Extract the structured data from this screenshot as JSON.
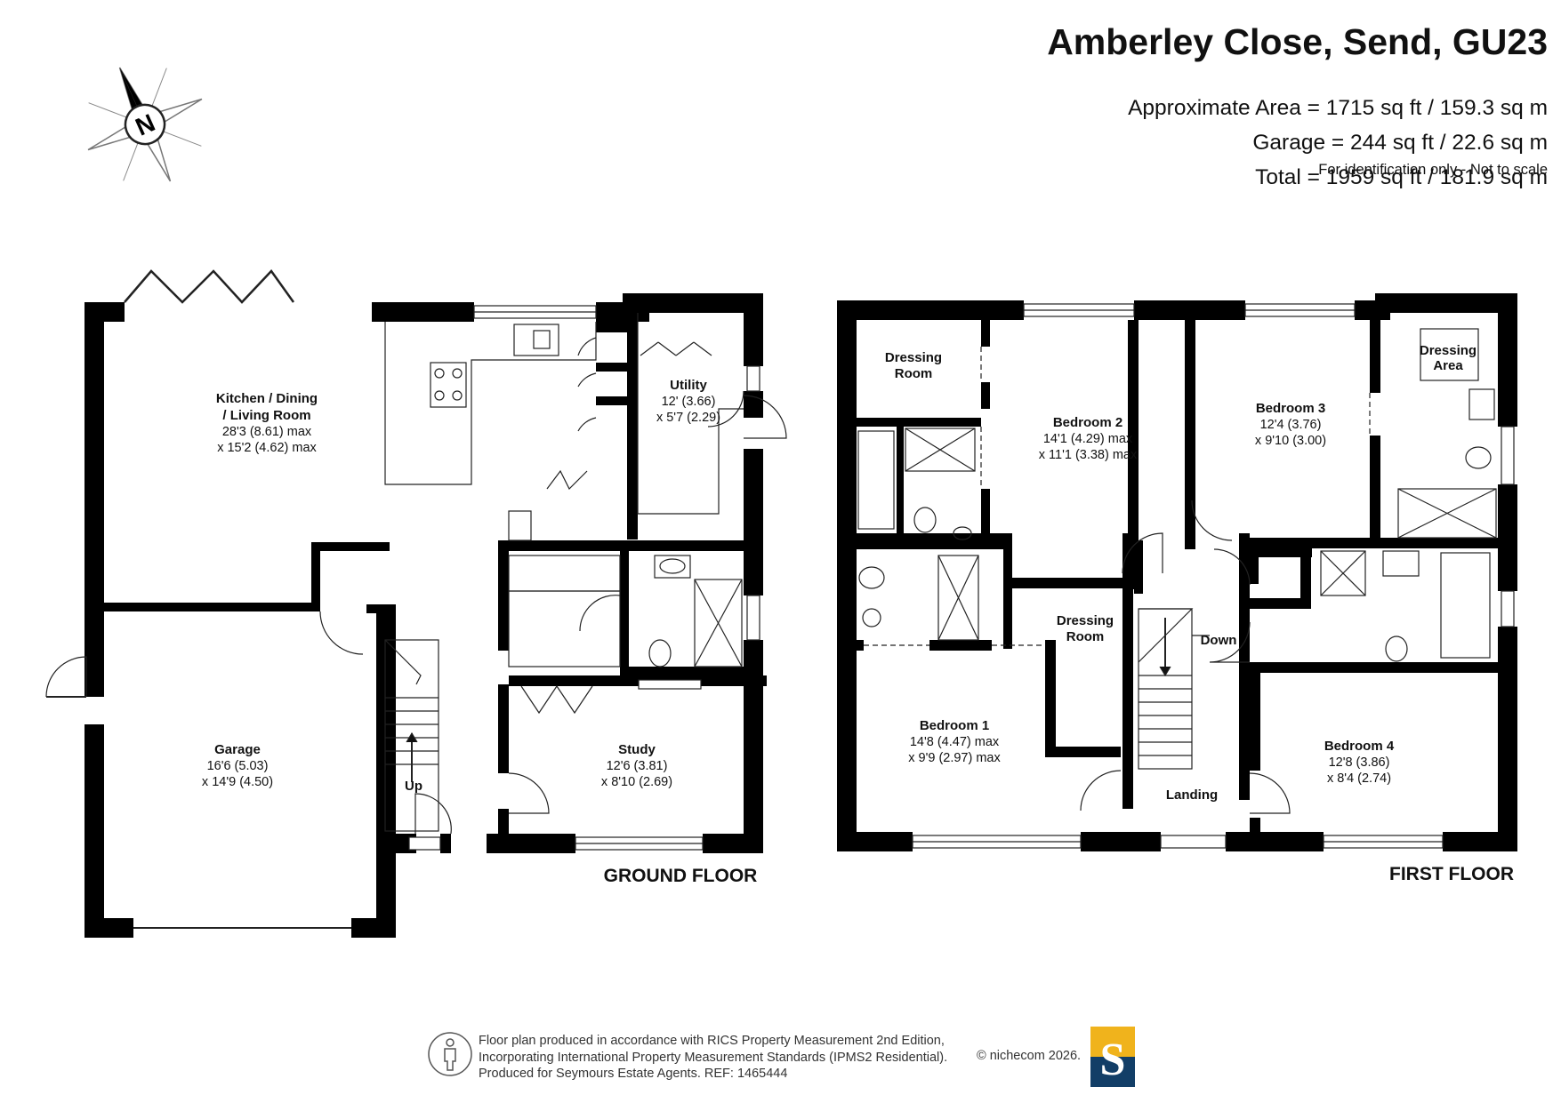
{
  "header": {
    "title": "Amberley Close, Send, GU23",
    "approx_area": "Approximate Area = 1715 sq ft / 159.3 sq m",
    "garage_area": "Garage = 244 sq ft / 22.6 sq m",
    "total_area": "Total = 1959 sq ft / 181.9 sq m",
    "note": "For identification only - Not to scale"
  },
  "compass": {
    "letter": "N",
    "icon": "compass-rose-icon"
  },
  "ground_floor": {
    "label": "GROUND FLOOR",
    "rooms": {
      "kitchen": {
        "name1": "Kitchen / Dining",
        "name2": "/ Living Room",
        "dim1": "28'3 (8.61) max",
        "dim2": "x 15'2 (4.62) max"
      },
      "utility": {
        "name": "Utility",
        "dim1": "12' (3.66)",
        "dim2": "x 5'7 (2.29)"
      },
      "garage": {
        "name": "Garage",
        "dim1": "16'6 (5.03)",
        "dim2": "x 14'9 (4.50)"
      },
      "study": {
        "name": "Study",
        "dim1": "12'6 (3.81)",
        "dim2": "x 8'10 (2.69)"
      },
      "stairs": {
        "label": "Up"
      }
    }
  },
  "first_floor": {
    "label": "FIRST FLOOR",
    "rooms": {
      "dressing_room_1": {
        "name1": "Dressing",
        "name2": "Room"
      },
      "bedroom_2": {
        "name": "Bedroom 2",
        "dim1": "14'1 (4.29) max",
        "dim2": "x 11'1 (3.38) max"
      },
      "bedroom_3": {
        "name": "Bedroom 3",
        "dim1": "12'4 (3.76)",
        "dim2": "x 9'10 (3.00)"
      },
      "dressing_area": {
        "name1": "Dressing",
        "name2": "Area"
      },
      "dressing_room_2": {
        "name1": "Dressing",
        "name2": "Room"
      },
      "bedroom_1": {
        "name": "Bedroom 1",
        "dim1": "14'8 (4.47) max",
        "dim2": "x 9'9 (2.97) max"
      },
      "bedroom_4": {
        "name": "Bedroom 4",
        "dim1": "12'8 (3.86)",
        "dim2": "x 8'4 (2.74)"
      },
      "landing": {
        "name": "Landing"
      },
      "stairs": {
        "label": "Down"
      }
    }
  },
  "footer": {
    "line1": "Floor plan produced in accordance with RICS Property Measurement 2nd Edition,",
    "line2": "Incorporating International Property Measurement Standards (IPMS2 Residential).",
    "line3": "Produced for Seymours Estate Agents.   REF: 1465444",
    "copyright": "© nichecom 2026.",
    "badge_letter": "S",
    "badge_colors": {
      "top": "#f0b31c",
      "bottom": "#123e67"
    }
  }
}
